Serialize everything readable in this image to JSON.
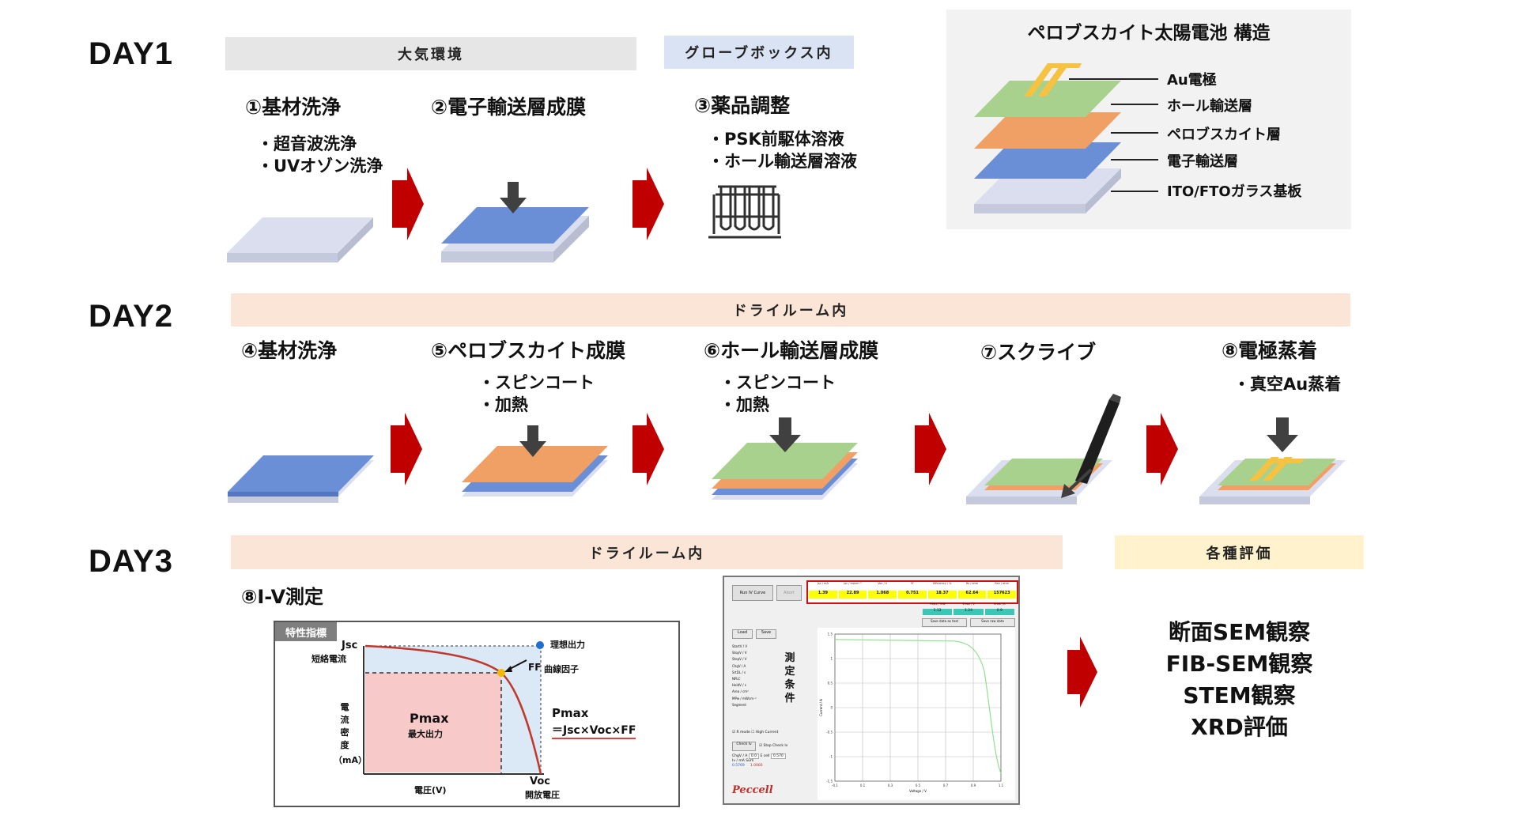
{
  "day1": {
    "label": "DAY1",
    "band_air": "大気環境",
    "band_glovebox": "グローブボックス内",
    "steps": [
      {
        "title": "①基材洗浄",
        "bullets": [
          "・超音波洗浄",
          "・UVオゾン洗浄"
        ]
      },
      {
        "title": "②電子輸送層成膜",
        "bullets": []
      },
      {
        "title": "③薬品調整",
        "bullets": [
          "・PSK前駆体溶液",
          "・ホール輸送層溶液"
        ]
      }
    ]
  },
  "structure": {
    "title": "ペロブスカイト太陽電池 構造",
    "layers": [
      "Au電極",
      "ホール輸送層",
      "ペロブスカイト層",
      "電子輸送層",
      "ITO/FTOガラス基板"
    ]
  },
  "day2": {
    "label": "DAY2",
    "band": "ドライルーム内",
    "steps": [
      {
        "title": "④基材洗浄",
        "bullets": []
      },
      {
        "title": "⑤ペロブスカイト成膜",
        "bullets": [
          "・スピンコート",
          "・加熱"
        ]
      },
      {
        "title": "⑥ホール輸送層成膜",
        "bullets": [
          "・スピンコート",
          "・加熱"
        ]
      },
      {
        "title": "⑦スクライブ",
        "bullets": []
      },
      {
        "title": "⑧電極蒸着",
        "bullets": [
          "・真空Au蒸着"
        ]
      }
    ]
  },
  "day3": {
    "label": "DAY3",
    "band": "ドライルーム内",
    "band_eval": "各種評価",
    "step": "⑧I-V測定",
    "evaluations": [
      "断面SEM観察",
      "FIB-SEM観察",
      "STEM観察",
      "XRD評価"
    ]
  },
  "iv_graph": {
    "tag": "特性指標",
    "jsc": "Jsc",
    "jsc_sub": "短絡電流",
    "ylabel": [
      "電",
      "流",
      "密",
      "度",
      "（mA）"
    ],
    "xlabel": "電圧(V)",
    "voc": "Voc",
    "voc_sub": "開放電圧",
    "pmax": "Pmax",
    "pmax_sub": "最大出力",
    "ideal": "理想出力",
    "ff": "FF",
    "ff_sub": "曲線因子",
    "formula_1": "Pmax",
    "formula_2": "＝Jsc×Voc×FF"
  },
  "software": {
    "run_button": "Run IV Curve",
    "stop_button": "Abort",
    "headers": [
      "Jsc / mA",
      "Jsc / mAcm⁻²",
      "Voc / V",
      "FF",
      "Efficiency / %",
      "Rs / ohm",
      "Rsh / ohm"
    ],
    "values": [
      "1.39",
      "22.89",
      "1.068",
      "0.751",
      "18.37",
      "62.64",
      "157623"
    ],
    "sub_headers": [
      "Pmax / mW",
      "Vmax / V",
      "Imax / A"
    ],
    "sub_values": [
      "1.12",
      "1.24",
      "0.9"
    ],
    "save_text": "Save data as text",
    "save_raw": "Save raw data",
    "load": "Load",
    "save": "Save",
    "params": [
      "StartV / V",
      "StopV / V",
      "StepV / V",
      "ChgV / A",
      "SrtDL / s",
      "NPLC",
      "HoldV / s",
      "Area / cm²",
      "MPw / mWcm⁻²",
      "Segment"
    ],
    "cond_label": [
      "測",
      "定",
      "条",
      "件"
    ],
    "check_reverse": "R mode",
    "check_light": "High Current",
    "check_iv": "Check Iv",
    "check_stop": "Stop Check Iv",
    "chk_v": "ChgV / A",
    "chk_i": "Iv / mA",
    "e_cell": "E cell",
    "sum": "Sum",
    "val_1": "0.0",
    "val_2": "0.570",
    "val_3": "0.5769",
    "val_4": "1.0066",
    "brand": "Peccell",
    "yticks": [
      "1.5",
      "1",
      "0.5",
      "0",
      "-0.5",
      "-1",
      "-1.5"
    ],
    "xticks": [
      "-0.1",
      "0.1",
      "0.3",
      "0.5",
      "0.7",
      "0.9",
      "1.1"
    ],
    "xlabel": "Voltage / V",
    "ylabel": "Current / A"
  },
  "colors": {
    "band_air": "#e7e6e6",
    "band_glovebox": "#dae3f3",
    "band_dry": "#fbe5d6",
    "band_eval": "#fff2cc",
    "glass": "#dadeef",
    "etl": "#6b8fd6",
    "perovskite": "#f0a064",
    "htl": "#a9d18e",
    "gold": "#f5c242",
    "arrow": "#c00000"
  }
}
